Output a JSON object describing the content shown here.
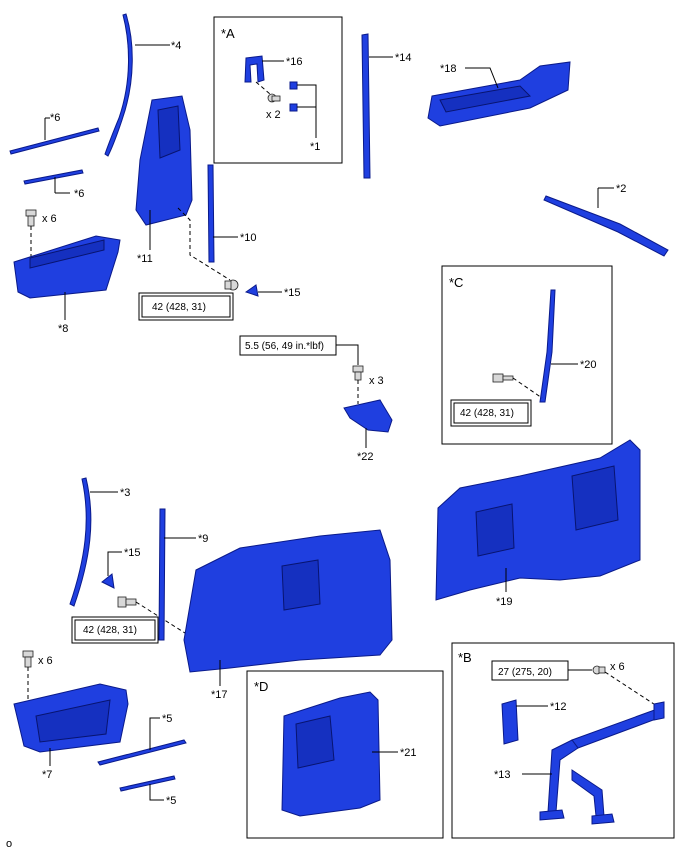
{
  "diagram": {
    "callouts": {
      "c1": "*1",
      "c2": "*2",
      "c3": "*3",
      "c4": "*4",
      "c5a": "*5",
      "c5b": "*5",
      "c6a": "*6",
      "c6b": "*6",
      "c7": "*7",
      "c8": "*8",
      "c9": "*9",
      "c10": "*10",
      "c11": "*11",
      "c12": "*12",
      "c13": "*13",
      "c14": "*14",
      "c15a": "*15",
      "c15b": "*15",
      "c16": "*16",
      "c17": "*17",
      "c18": "*18",
      "c19": "*19",
      "c20": "*20",
      "c21": "*21",
      "c22": "*22"
    },
    "boxes": {
      "A": "*A",
      "B": "*B",
      "C": "*C",
      "D": "*D"
    },
    "quantities": {
      "q1": "x 6",
      "q2": "x 2",
      "q3": "x 3",
      "q4": "x 6",
      "q5": "x 6"
    },
    "torques": {
      "t1": "42 (428, 31)",
      "t2": "5.5 (56, 49 in.*lbf)",
      "t3": "42 (428, 31)",
      "t4": "42 (428, 31)",
      "t5": "27 (275, 20)"
    },
    "corner_mark": "o"
  },
  "colors": {
    "part": "#1f3fe0",
    "part_outline": "#0a1a8a",
    "line": "#000000"
  }
}
